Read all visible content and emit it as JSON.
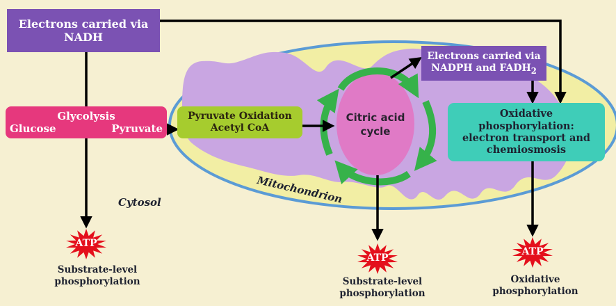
{
  "nadh_box": {
    "line1": "Electrons carried via",
    "line2": "NADH"
  },
  "glycolysis": {
    "title": "Glycolysis",
    "from": "Glucose",
    "to": "Pyruvate"
  },
  "pyruvate_oxidation": {
    "line1": "Pyruvate Oxidation",
    "line2": "Acetyl CoA"
  },
  "citric_acid": {
    "line1": "Citric acid",
    "line2": "cycle"
  },
  "nadph_box": {
    "line1": "Electrons carried via",
    "line2_main": "NADPH and FADH",
    "line2_sub": "2"
  },
  "oxphos": {
    "line1": "Oxidative phosphorylation:",
    "line2": "electron transport and",
    "line3": "chemiosmosis"
  },
  "labels": {
    "cytosol": "Cytosol",
    "mitochondrion": "Mitochondrion"
  },
  "atp": [
    {
      "label": "ATP",
      "caption1": "Substrate-level",
      "caption2": "phosphorylation"
    },
    {
      "label": "ATP",
      "caption1": "Substrate-level",
      "caption2": "phosphorylation"
    },
    {
      "label": "ATP",
      "caption1": "Oxidative",
      "caption2": "phosphorylation"
    }
  ],
  "colors": {
    "background": "#f6f0d2",
    "purple_box": "#7b52b3",
    "glycolysis": "#e6387d",
    "pyruvate_oxidation": "#a6cc2e",
    "oxphos": "#3fcdb8",
    "cycle_arrows": "#36b24a",
    "atp_burst": "#e4101c",
    "mito_outer": "#f2eea4",
    "mito_inner": "#c9a6e2"
  }
}
